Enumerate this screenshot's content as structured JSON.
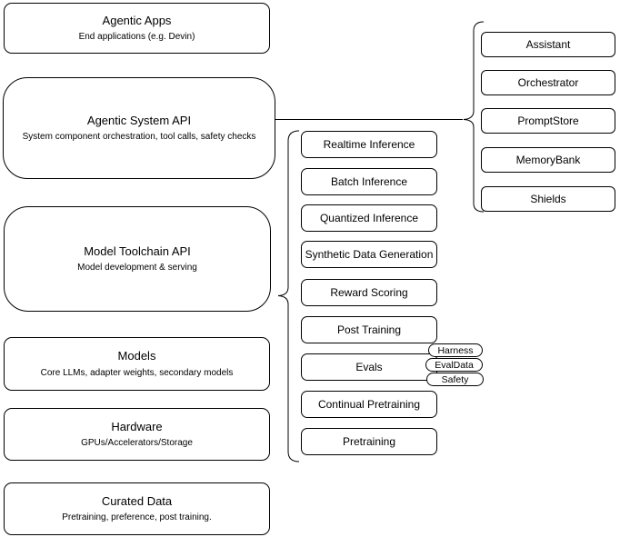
{
  "canvas": {
    "background": "#ffffff"
  },
  "colors": {
    "stroke": "#000000",
    "fill": "#ffffff",
    "text": "#000000"
  },
  "diagram": {
    "left_stack": [
      {
        "title": "Agentic Apps",
        "subtitle": "End applications (e.g. Devin)"
      },
      {
        "title": "Agentic System API",
        "subtitle": "System component orchestration, tool calls, safety checks"
      },
      {
        "title": "Model Toolchain API",
        "subtitle": "Model development & serving"
      },
      {
        "title": "Models",
        "subtitle": "Core LLMs, adapter weights, secondary models"
      },
      {
        "title": "Hardware",
        "subtitle": "GPUs/Accelerators/Storage"
      },
      {
        "title": "Curated Data",
        "subtitle": "Pretraining, preference, post training."
      }
    ],
    "toolchain_items": [
      "Realtime Inference",
      "Batch Inference",
      "Quantized Inference",
      "Synthetic Data Generation",
      "Reward Scoring",
      "Post Training",
      "Evals",
      "Continual Pretraining",
      "Pretraining"
    ],
    "eval_tags": [
      "Harness",
      "EvalData",
      "Safety"
    ],
    "system_components": [
      "Assistant",
      "Orchestrator",
      "PromptStore",
      "MemoryBank",
      "Shields"
    ]
  }
}
